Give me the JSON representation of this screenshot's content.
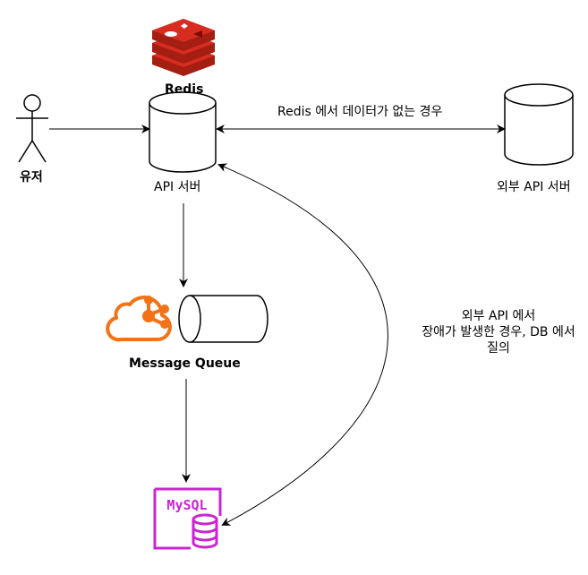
{
  "nodes": {
    "user": {
      "label": "유저",
      "icon": "user-actor-icon"
    },
    "api_server": {
      "label": "API 서버",
      "badge": "Redis",
      "icon": "redis-logo-icon"
    },
    "external_api": {
      "label": "외부 API 서버"
    },
    "message_queue": {
      "label": "Message Queue",
      "icon": "cloud-queue-icon"
    },
    "mysql": {
      "label": "MySQL",
      "icon": "mysql-database-icon"
    }
  },
  "edges": {
    "redis_miss": {
      "label": "Redis 에서 데이터가 없는 경우"
    },
    "fallback": {
      "lines": [
        "외부 API 에서",
        "장애가 발생한 경우, DB 에서",
        "질의"
      ]
    }
  },
  "colors": {
    "redis": "#D82C20",
    "queue": "#F47216",
    "mysql": "#C925D1",
    "stroke": "#000000"
  }
}
